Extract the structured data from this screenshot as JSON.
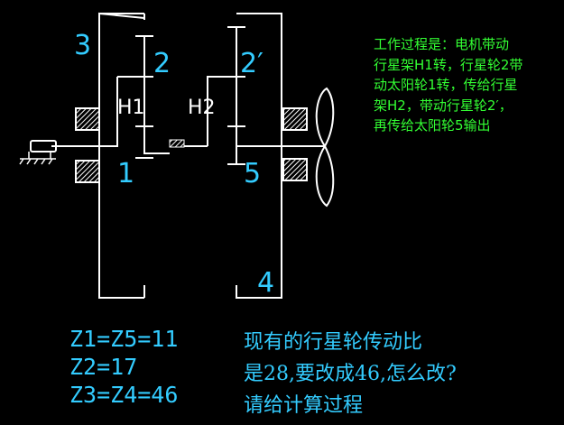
{
  "diagram": {
    "labels": {
      "ring_gear_3": "3",
      "planet_2": "2",
      "planet_2_prime": "2′",
      "carrier_h1": "H1",
      "carrier_h2": "H2",
      "sun_gear_1": "1",
      "sun_gear_5": "5",
      "ring_gear_4": "4"
    },
    "colors": {
      "frame": "#ffffff",
      "label": "#33ccff",
      "description": "#33ff33",
      "background": "#000000"
    }
  },
  "description": {
    "lines": [
      "工作过程是：电机带动",
      "行星架H1转，行星轮2带",
      "动太阳轮1转，传给行星",
      "架H2，带动行星轮2′，",
      "再传给太阳轮5输出"
    ]
  },
  "parameters": {
    "lines": [
      "Z1=Z5=11",
      "Z2=17",
      "Z3=Z4=46"
    ]
  },
  "question": {
    "lines": [
      "现有的行星轮传动比",
      "是28,要改成46,怎么改?",
      "请给计算过程"
    ]
  }
}
